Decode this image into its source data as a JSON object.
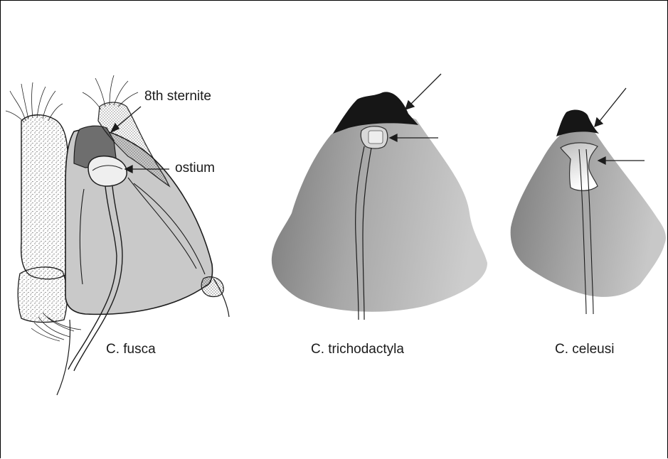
{
  "figure": {
    "panels": [
      {
        "caption": "C. fusca"
      },
      {
        "caption": "C. trichodactyla"
      },
      {
        "caption": "C. celeusi"
      }
    ],
    "annotations": {
      "sternite": "8th sternite",
      "ostium": "ostium"
    },
    "colors": {
      "plate_light": "#c8c8c8",
      "plate_dark": "#6e6e6e",
      "sternite_black": "#161616",
      "ostium_white": "#f2f2f2",
      "line": "#1c1c1c"
    }
  }
}
